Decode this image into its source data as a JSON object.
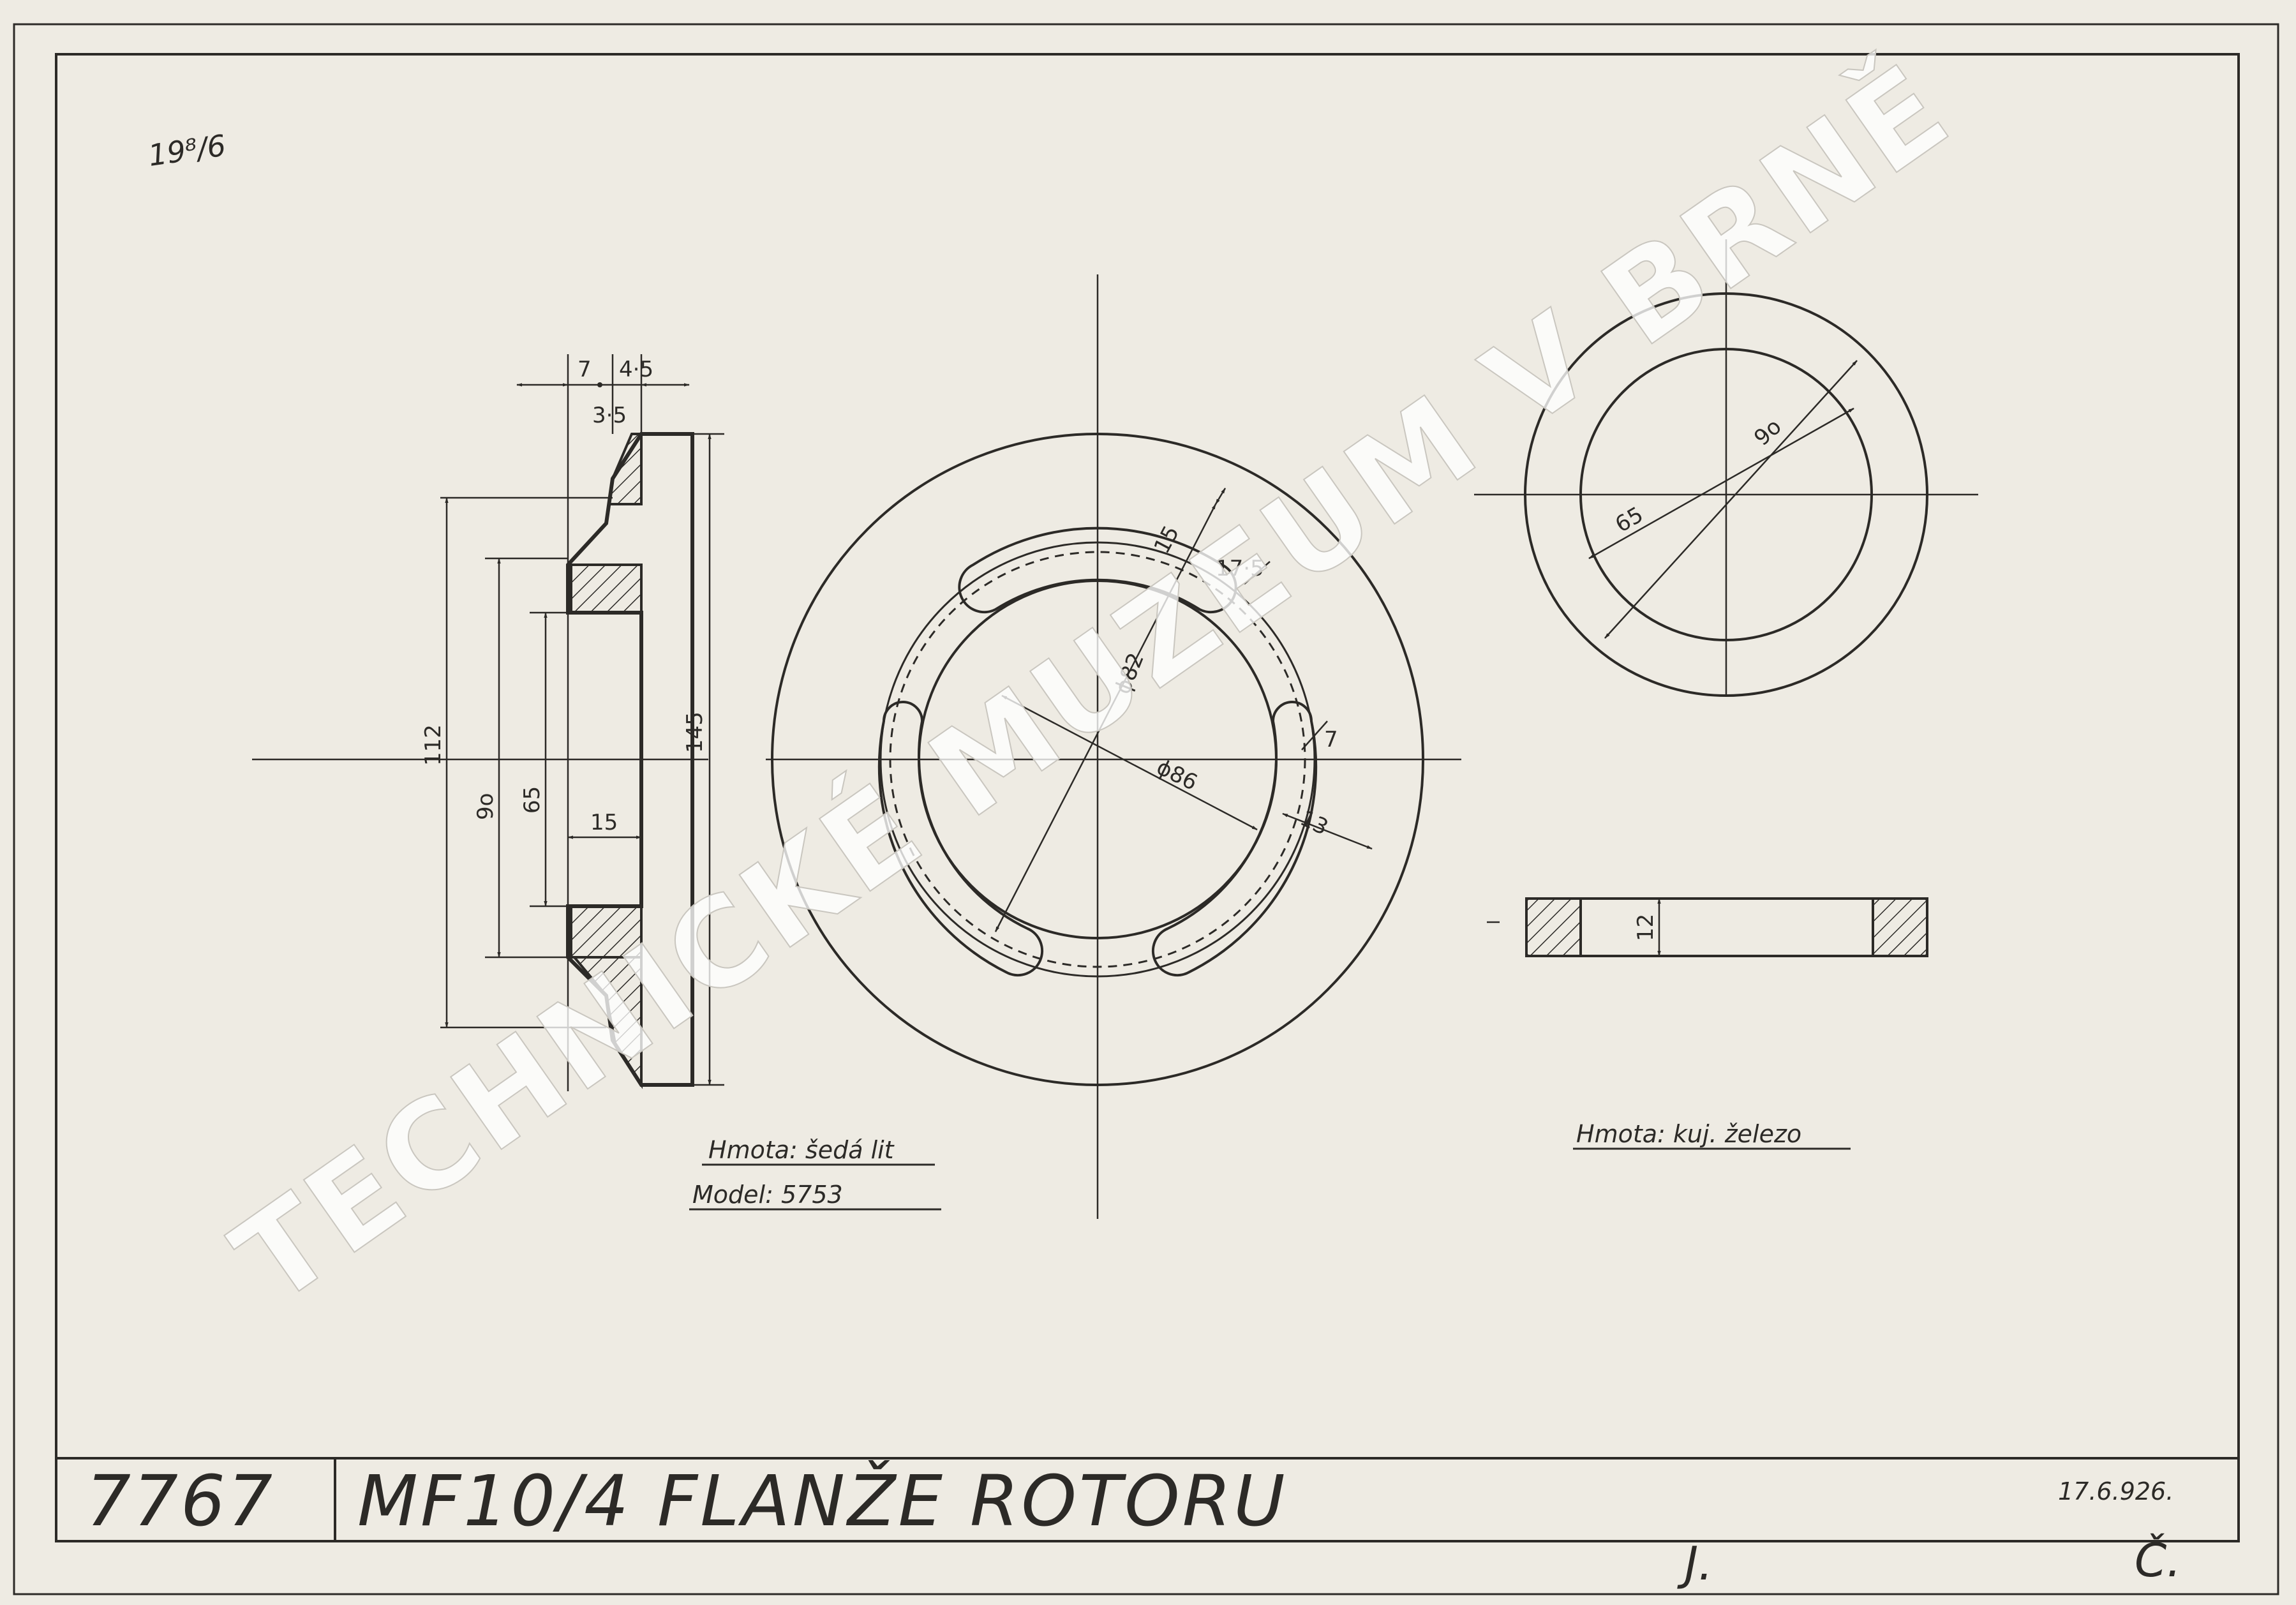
{
  "corner_note": "19⁸/6",
  "title_block": {
    "number": "7767",
    "type_code": "MF10/4",
    "title": "FLANŽE ROTORU",
    "date": "17.6.926.",
    "initial_left": "J.",
    "initial_right": "Č."
  },
  "notes": {
    "material_left": "Hmota: šedá lit",
    "model_left": "Model: 5753",
    "material_right": "Hmota: kuj. železo"
  },
  "dimensions": {
    "d7": "7",
    "d4_5": "4·5",
    "d3_5": "3·5",
    "d112": "112",
    "d90_left": "9o",
    "d65_left": "65",
    "d15_left": "15",
    "d145": "145",
    "d15_slot": "15",
    "d17_5": "17·5",
    "d82": "ϕ82",
    "d86": "ϕ86",
    "d13": "13",
    "d7_right": "7",
    "d90_ring": "9o",
    "d65_ring": "65",
    "d12": "12"
  },
  "watermark": "TECHNICKÉ MUZEUM V BRNĚ"
}
